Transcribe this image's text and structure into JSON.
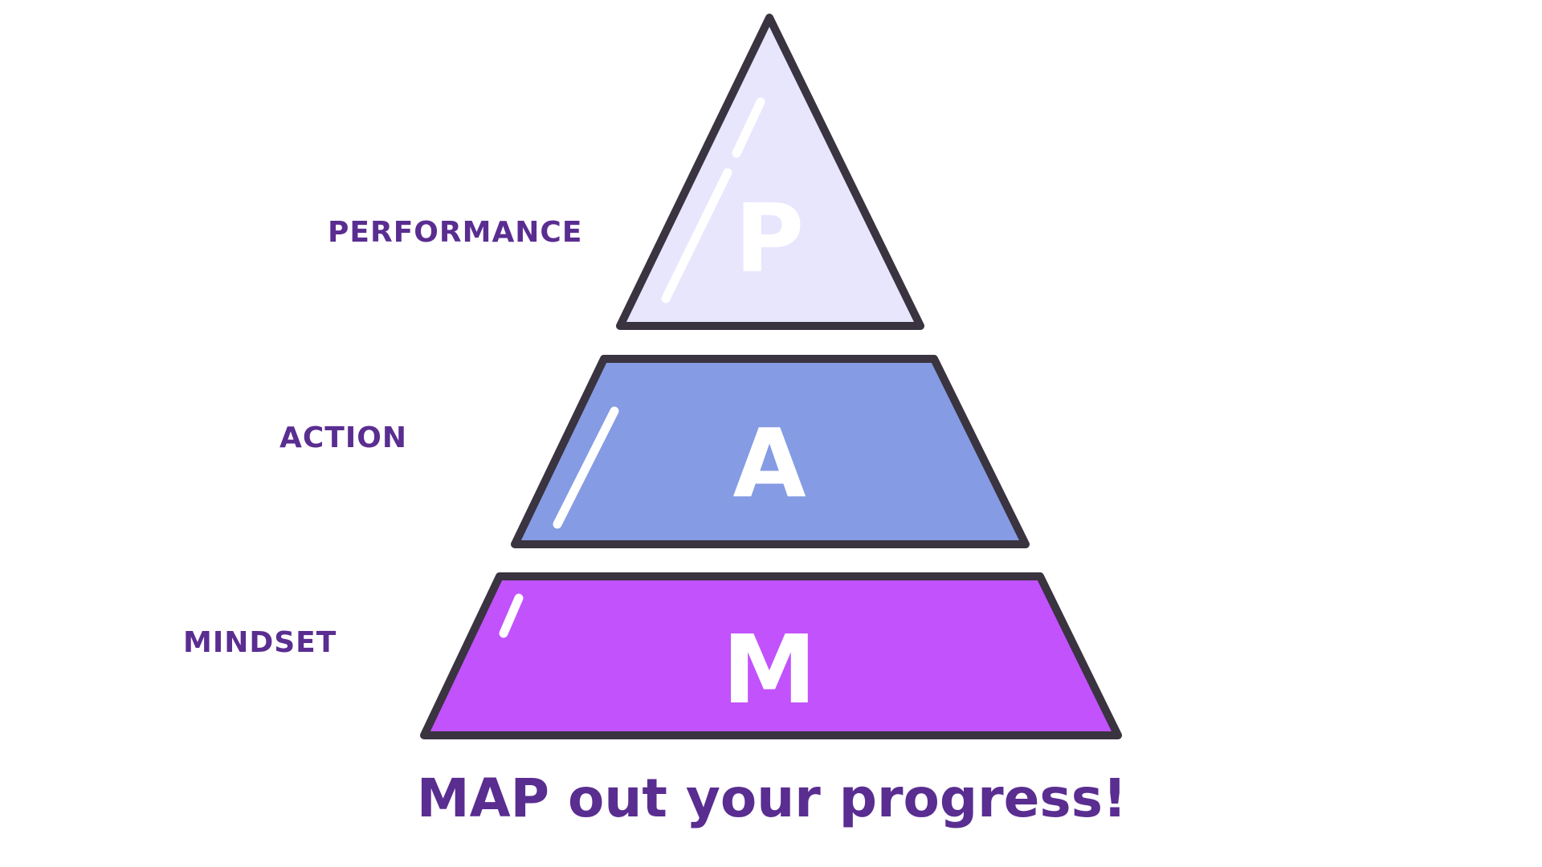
{
  "tiers": [
    {
      "letter": "P",
      "label": "PERFORMANCE",
      "fill": "#e8e6fd"
    },
    {
      "letter": "A",
      "label": "ACTION",
      "fill": "#859be3"
    },
    {
      "letter": "M",
      "label": "MINDSET",
      "fill": "#c152fc"
    }
  ],
  "tagline": "MAP out your progress!",
  "colors": {
    "outline": "#3a3340",
    "text": "#5a2d91",
    "highlight": "#ffffff"
  }
}
